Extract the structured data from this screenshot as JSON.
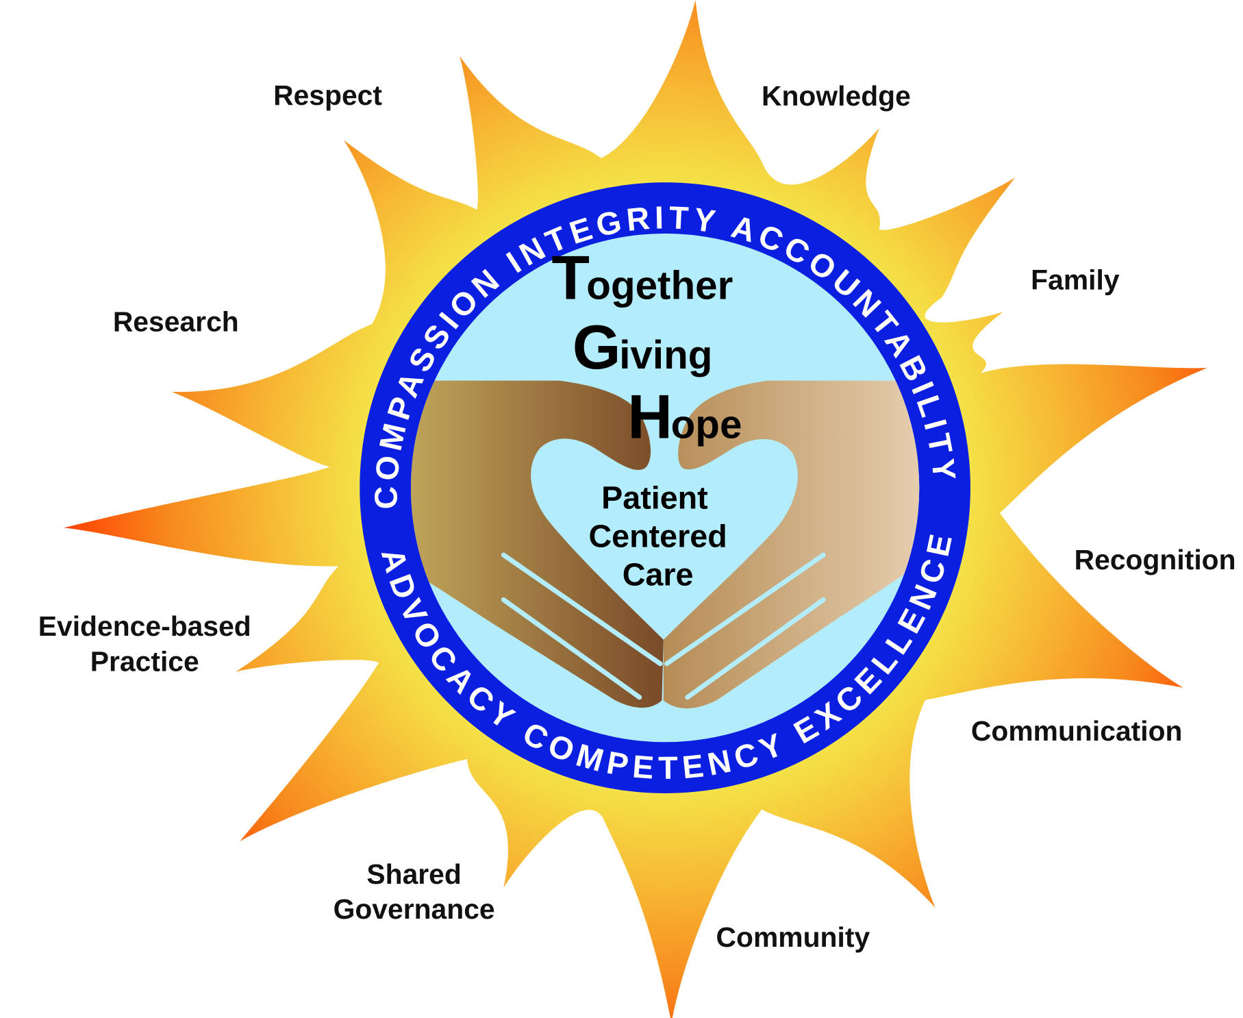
{
  "colors": {
    "ring_blue": "#0a1fe0",
    "inner_sky": "#b3ecfb",
    "sun_yellow": "#f4e84a",
    "sun_orange": "#f7941d",
    "sun_red": "#ff3d00",
    "hand_dark_left": "#c9b060",
    "hand_dark_right": "#7a4a28",
    "hand_light_left": "#b58c55",
    "hand_light_right": "#ecd6ba"
  },
  "values": {
    "respect": "Respect",
    "knowledge": "Knowledge",
    "family": "Family",
    "research": "Research",
    "recognition": "Recognition",
    "evidence_line1": "Evidence-based",
    "evidence_line2": "Practice",
    "communication": "Communication",
    "shared_line1": "Shared",
    "shared_line2": "Governance",
    "community": "Community"
  },
  "ring": {
    "top": "COMPASSION INTEGRITY ACCOUNTABILITY",
    "bottom": "ADVOCACY COMPETENCY EXCELLENCE"
  },
  "motto": {
    "line1_initial": "T",
    "line1_rest": "ogether",
    "line2_initial": "G",
    "line2_rest": "iving",
    "line3_initial": "H",
    "line3_rest": "ope"
  },
  "center": {
    "line1": "Patient",
    "line2": "Centered",
    "line3": "Care"
  }
}
